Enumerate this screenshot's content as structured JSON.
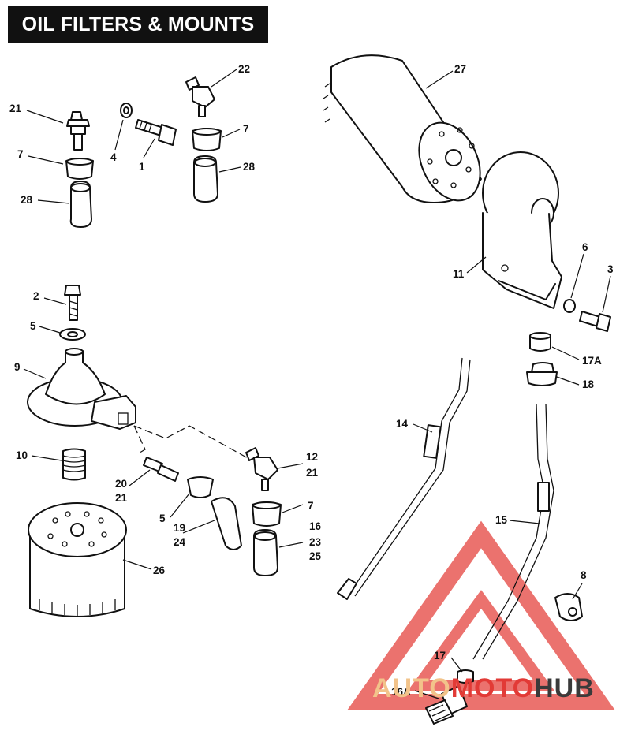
{
  "title": "OIL FILTERS & MOUNTS",
  "watermark": {
    "parts": [
      "AUTO",
      "MOTO",
      "HUB"
    ],
    "colors": [
      "#f2c38a",
      "#e23a36",
      "#3a3a3a"
    ],
    "triangle_color": "#e85a55"
  },
  "callouts": [
    {
      "id": "c-21-a",
      "text": "21"
    },
    {
      "id": "c-7-a",
      "text": "7"
    },
    {
      "id": "c-28-a",
      "text": "28"
    },
    {
      "id": "c-4",
      "text": "4"
    },
    {
      "id": "c-1",
      "text": "1"
    },
    {
      "id": "c-22",
      "text": "22"
    },
    {
      "id": "c-7-b",
      "text": "7"
    },
    {
      "id": "c-28-b",
      "text": "28"
    },
    {
      "id": "c-27",
      "text": "27"
    },
    {
      "id": "c-11",
      "text": "11"
    },
    {
      "id": "c-6",
      "text": "6"
    },
    {
      "id": "c-3",
      "text": "3"
    },
    {
      "id": "c-17a",
      "text": "17A"
    },
    {
      "id": "c-18",
      "text": "18"
    },
    {
      "id": "c-2",
      "text": "2"
    },
    {
      "id": "c-5-a",
      "text": "5"
    },
    {
      "id": "c-9",
      "text": "9"
    },
    {
      "id": "c-10",
      "text": "10"
    },
    {
      "id": "c-20",
      "text": "20"
    },
    {
      "id": "c-21-b",
      "text": "21"
    },
    {
      "id": "c-5-b",
      "text": "5"
    },
    {
      "id": "c-19",
      "text": "19"
    },
    {
      "id": "c-24",
      "text": "24"
    },
    {
      "id": "c-12",
      "text": "12"
    },
    {
      "id": "c-21-c",
      "text": "21"
    },
    {
      "id": "c-7-c",
      "text": "7"
    },
    {
      "id": "c-16",
      "text": "16"
    },
    {
      "id": "c-23",
      "text": "23"
    },
    {
      "id": "c-25",
      "text": "25"
    },
    {
      "id": "c-26",
      "text": "26"
    },
    {
      "id": "c-14",
      "text": "14"
    },
    {
      "id": "c-15",
      "text": "15"
    },
    {
      "id": "c-8",
      "text": "8"
    },
    {
      "id": "c-17",
      "text": "17"
    },
    {
      "id": "c-16a",
      "text": "16A"
    }
  ]
}
